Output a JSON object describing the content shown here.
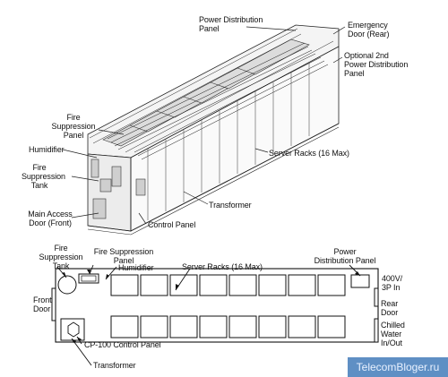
{
  "iso_labels": {
    "power_distribution_panel": "Power Distribution\nPanel",
    "emergency_door": "Emergency\nDoor (Rear)",
    "optional_2nd_pdp": "Optional 2nd\nPower Distribution\nPanel",
    "fire_suppression_panel": "Fire\nSuppression\nPanel",
    "humidifier": "Humidifier",
    "fire_suppression_tank": "Fire\nSuppression\nTank",
    "server_racks": "Server Racks (16 Max)",
    "transformer": "Transformer",
    "main_access_door": "Main Access\nDoor (Front)",
    "control_panel": "Control Panel"
  },
  "plan_labels": {
    "fire_suppression_tank": "Fire\nSuppression\nTank",
    "fire_suppression_panel": "Fire Suppression\nPanel",
    "humidifier": "Humidifier",
    "server_racks": "Server Racks (16 Max)",
    "power_distribution_panel": "Power\nDistribution Panel",
    "power_in": "400V/\n3P In",
    "front_door": "Front\nDoor",
    "rear_door": "Rear\nDoor",
    "chilled_water": "Chilled\nWater\nIn/Out",
    "cp100_control_panel": "CP-100 Control Panel",
    "transformer": "Transformer"
  },
  "watermark": "TelecomBloger.ru"
}
